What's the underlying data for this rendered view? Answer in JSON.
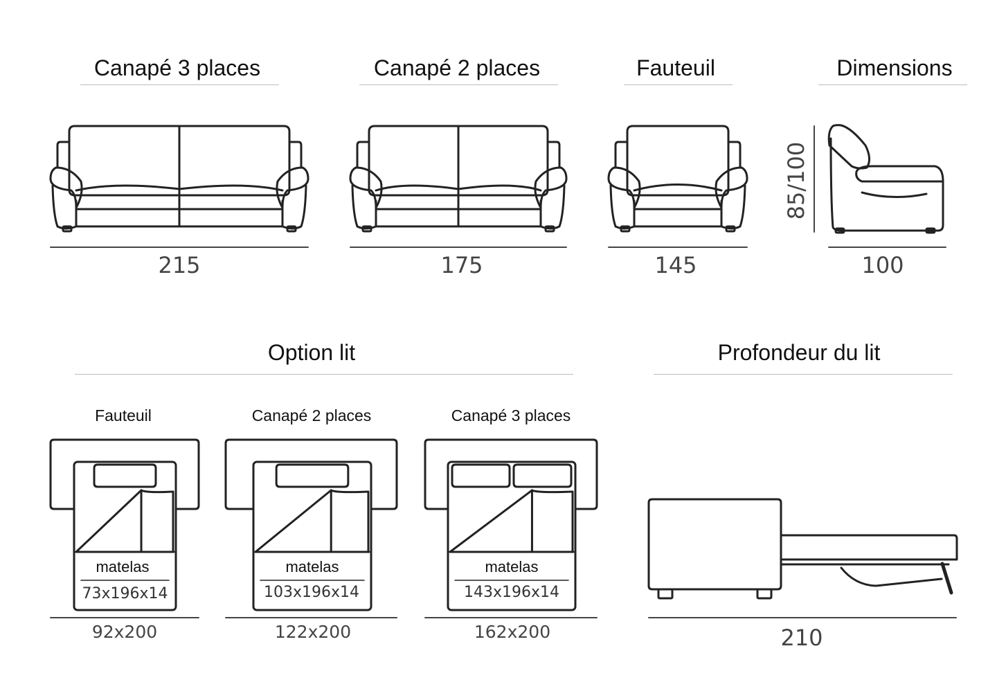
{
  "top": {
    "items": [
      {
        "title": "Canapé 3 places",
        "width": "215",
        "seats": 2
      },
      {
        "title": "Canapé 2 places",
        "width": "175",
        "seats": 2
      },
      {
        "title": "Fauteuil",
        "width": "145",
        "seats": 1
      }
    ],
    "dimensions": {
      "title": "Dimensions",
      "height": "85/100",
      "depth": "100"
    }
  },
  "bed": {
    "title": "Option lit",
    "items": [
      {
        "title": "Fauteuil",
        "mattress_label": "matelas",
        "mattress": "73x196x14",
        "size": "92x200",
        "pillows": 1
      },
      {
        "title": "Canapé 2 places",
        "mattress_label": "matelas",
        "mattress": "103x196x14",
        "size": "122x200",
        "pillows": 1
      },
      {
        "title": "Canapé 3 places",
        "mattress_label": "matelas",
        "mattress": "143x196x14",
        "size": "162x200",
        "pillows": 2
      }
    ],
    "depth": {
      "title": "Profondeur du lit",
      "length": "210"
    }
  },
  "colors": {
    "stroke": "#222222",
    "rule": "#bbbbbb"
  }
}
